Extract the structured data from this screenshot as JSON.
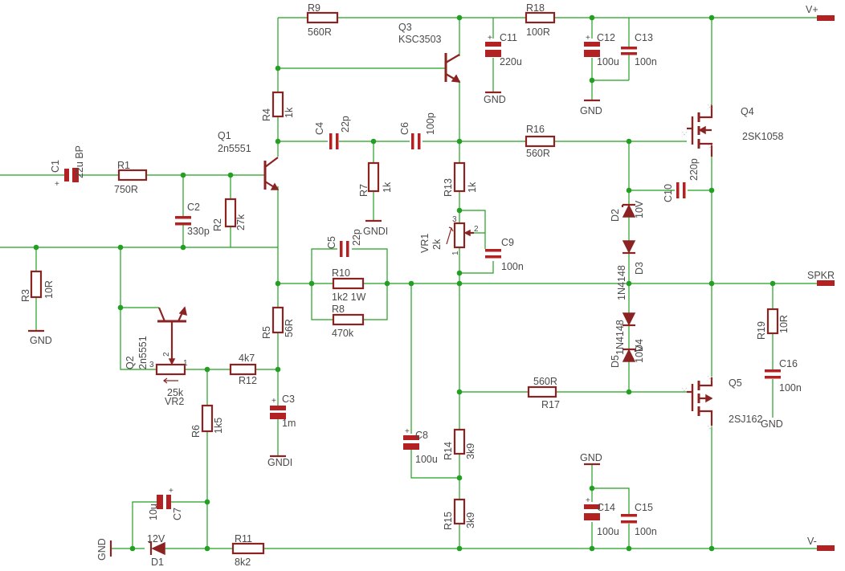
{
  "nets": {
    "vplus": "V+",
    "vminus": "V-",
    "spkr": "SPKR",
    "gnd": "GND",
    "gndi": "GNDI"
  },
  "parts": {
    "C1": {
      "name": "C1",
      "value": "22u BP"
    },
    "R1": {
      "name": "R1",
      "value": "750R"
    },
    "C2": {
      "name": "C2",
      "value": "330p"
    },
    "R2": {
      "name": "R2",
      "value": "27k"
    },
    "R3": {
      "name": "R3",
      "value": "10R"
    },
    "Q1": {
      "name": "Q1",
      "value": "2n5551"
    },
    "R4": {
      "name": "R4",
      "value": "1k"
    },
    "R9": {
      "name": "R9",
      "value": "560R"
    },
    "Q3": {
      "name": "Q3",
      "value": "KSC3503"
    },
    "C11": {
      "name": "C11",
      "value": "220u"
    },
    "R18": {
      "name": "R18",
      "value": "100R"
    },
    "C12": {
      "name": "C12",
      "value": "100u"
    },
    "C13": {
      "name": "C13",
      "value": "100n"
    },
    "C4": {
      "name": "C4",
      "value": "22p"
    },
    "C6": {
      "name": "C6",
      "value": "100p"
    },
    "R7": {
      "name": "R7",
      "value": "1k"
    },
    "R13": {
      "name": "R13",
      "value": "1k"
    },
    "R16": {
      "name": "R16",
      "value": "560R"
    },
    "Q4": {
      "name": "Q4",
      "value": "2SK1058"
    },
    "C10": {
      "name": "C10",
      "value": "220p"
    },
    "D2": {
      "name": "D2",
      "value": "10V"
    },
    "D3": {
      "name": "D3",
      "value": "1N4148"
    },
    "D4": {
      "name": "D4",
      "value": "10V"
    },
    "D5": {
      "name": "D5",
      "value": "1N4148"
    },
    "VR1": {
      "name": "VR1",
      "value": "2k"
    },
    "C9": {
      "name": "C9",
      "value": "100n"
    },
    "C5": {
      "name": "C5",
      "value": "22p"
    },
    "R10": {
      "name": "R10",
      "value": "1k2 1W"
    },
    "R8": {
      "name": "R8",
      "value": "470k"
    },
    "R5": {
      "name": "R5",
      "value": "56R"
    },
    "Q2": {
      "name": "Q2",
      "value": "2n5551"
    },
    "VR2": {
      "name": "VR2",
      "value": "25k"
    },
    "R12": {
      "name": "R12",
      "value": "4k7"
    },
    "C3": {
      "name": "C3",
      "value": "1m"
    },
    "R6": {
      "name": "R6",
      "value": "1k5"
    },
    "C7": {
      "name": "C7",
      "value": "10u"
    },
    "D1": {
      "name": "D1",
      "value": "12V"
    },
    "R11": {
      "name": "R11",
      "value": "8k2"
    },
    "C8": {
      "name": "C8",
      "value": "100u"
    },
    "R14": {
      "name": "R14",
      "value": "3k9"
    },
    "R15": {
      "name": "R15",
      "value": "3k9"
    },
    "R17": {
      "name": "R17",
      "value": "560R"
    },
    "Q5": {
      "name": "Q5",
      "value": "2SJ162"
    },
    "C14": {
      "name": "C14",
      "value": "100u"
    },
    "C15": {
      "name": "C15",
      "value": "100n"
    },
    "R19": {
      "name": "R19",
      "value": "10R"
    },
    "C16": {
      "name": "C16",
      "value": "100n"
    }
  },
  "pin_labels": {
    "vr1_1": "1",
    "vr1_2": "2",
    "vr1_3": "3",
    "vr2_1": "1",
    "vr2_2": "2",
    "vr2_3": "3"
  }
}
